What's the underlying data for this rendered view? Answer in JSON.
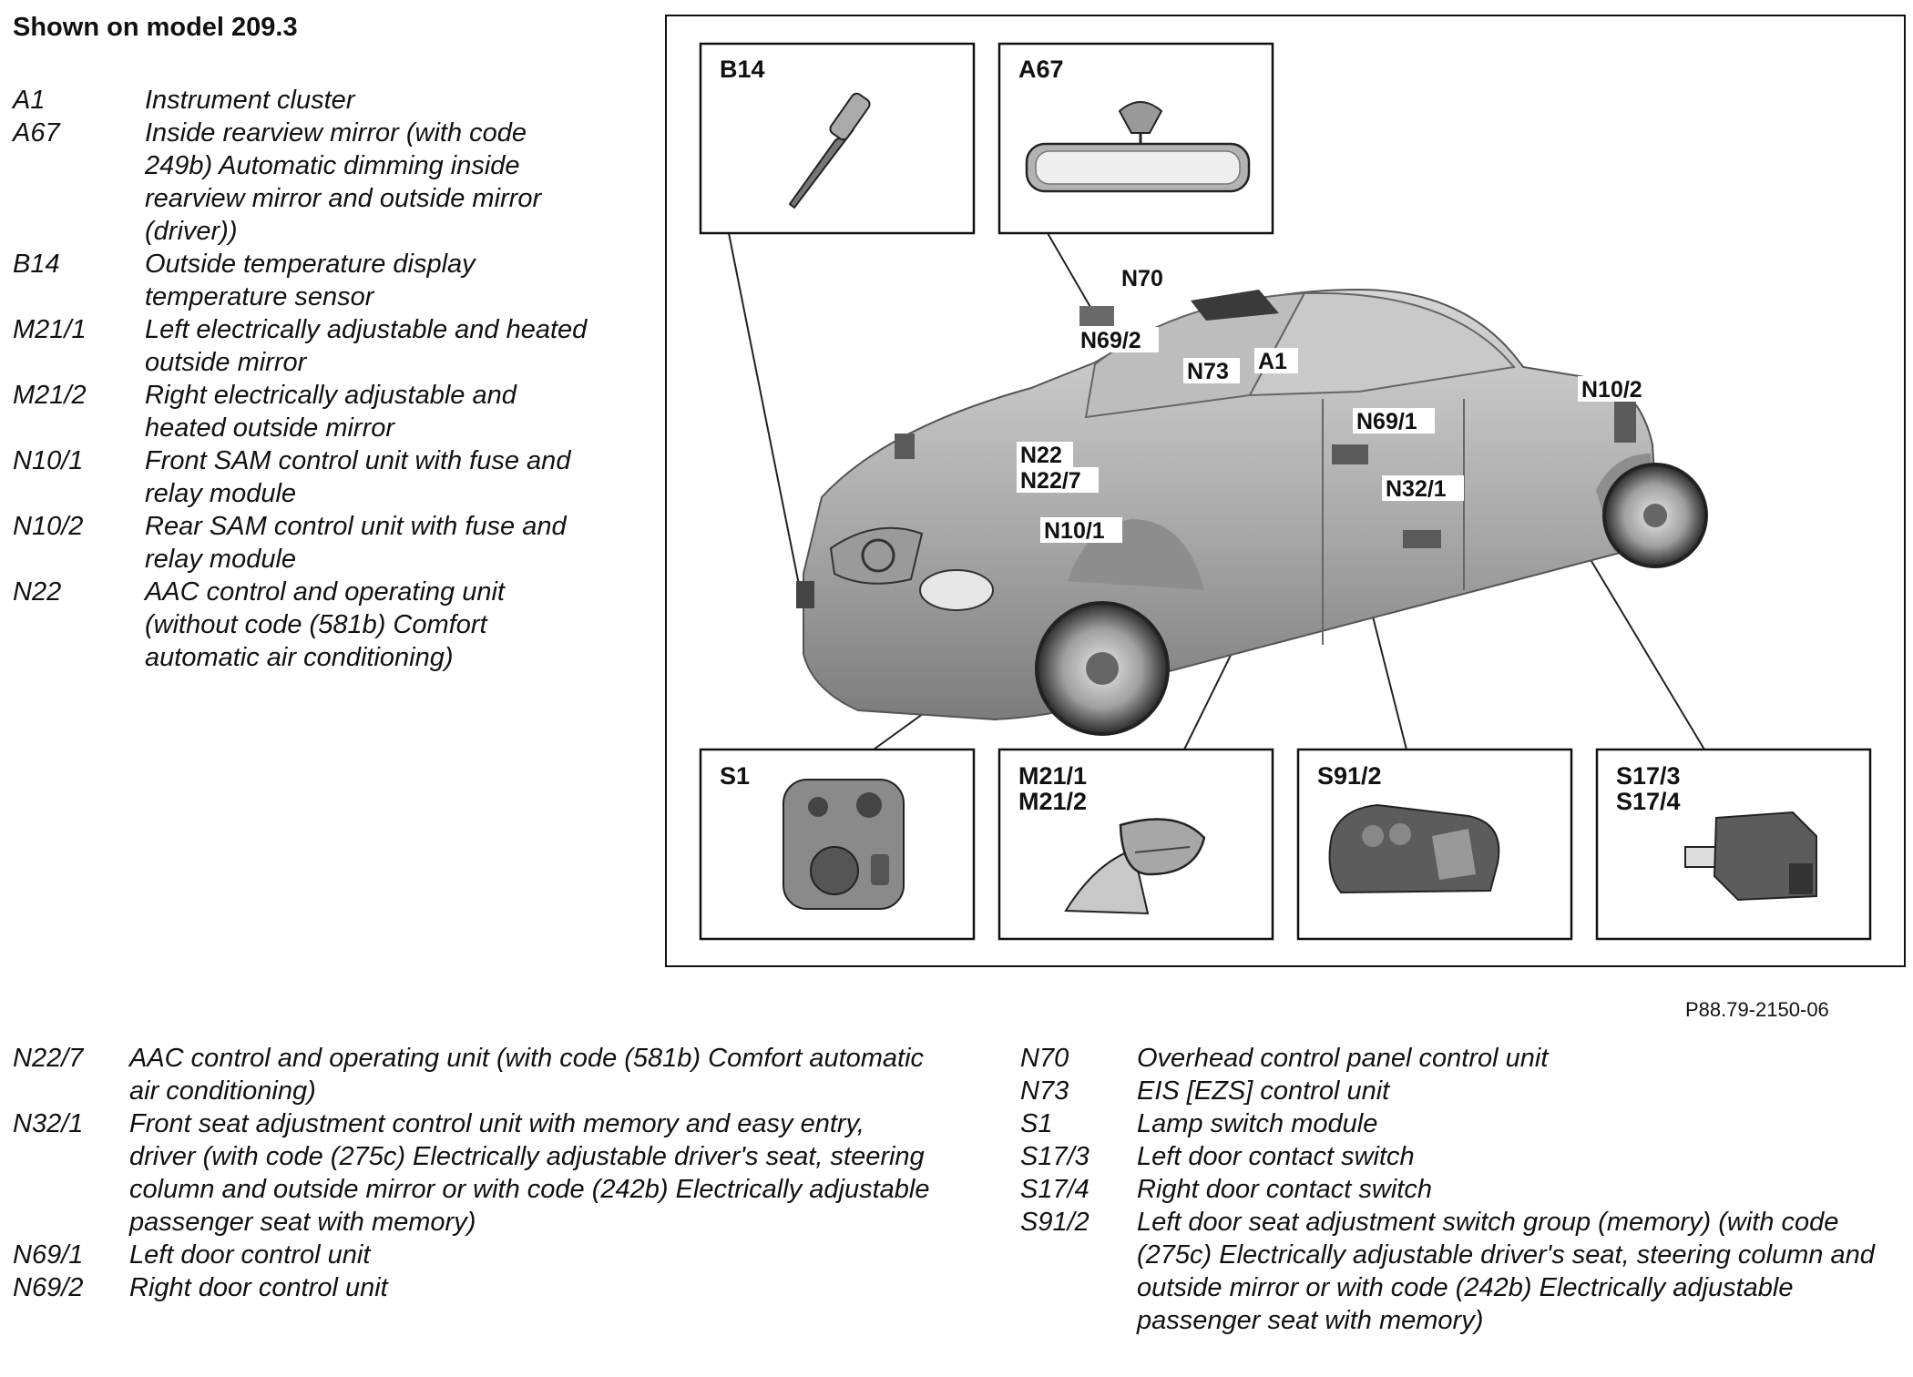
{
  "heading": "Shown on model 209.3",
  "figure_ref": "P88.79-2150-06",
  "legend_left": [
    {
      "code": "A1",
      "desc": "Instrument cluster"
    },
    {
      "code": "A67",
      "desc": "Inside rearview mirror (with code 249b) Automatic dimming inside rearview mirror and outside mirror (driver))"
    },
    {
      "code": "B14",
      "desc": "Outside temperature display temperature sensor"
    },
    {
      "code": "M21/1",
      "desc": "Left electrically adjustable and heated outside mirror"
    },
    {
      "code": "M21/2",
      "desc": "Right electrically adjustable and heated outside mirror"
    },
    {
      "code": "N10/1",
      "desc": "Front SAM control unit with fuse and relay module"
    },
    {
      "code": "N10/2",
      "desc": "Rear SAM control unit with fuse and relay module"
    },
    {
      "code": "N22",
      "desc": "AAC control and operating unit (without code (581b) Comfort automatic air conditioning)"
    }
  ],
  "legend_bottom_left": [
    {
      "code": "N22/7",
      "desc": "AAC control and operating unit (with code (581b) Comfort automatic air conditioning)"
    },
    {
      "code": "N32/1",
      "desc": "Front seat adjustment control unit with memory and easy entry, driver (with code (275c) Electrically adjustable driver's seat, steering column and outside mirror or with code (242b) Electrically adjustable passenger seat with memory)"
    },
    {
      "code": "N69/1",
      "desc": "Left door control unit"
    },
    {
      "code": "N69/2",
      "desc": "Right door control unit"
    }
  ],
  "legend_bottom_right": [
    {
      "code": "N70",
      "desc": "Overhead control panel control unit"
    },
    {
      "code": "N73",
      "desc": "EIS [EZS] control unit"
    },
    {
      "code": "S1",
      "desc": "Lamp switch module"
    },
    {
      "code": "S17/3",
      "desc": "Left door contact switch"
    },
    {
      "code": "S17/4",
      "desc": "Right door contact switch"
    },
    {
      "code": "S91/2",
      "desc": "Left door seat adjustment switch group (memory) (with code (275c) Electrically adjustable driver's seat, steering column and outside mirror or with code (242b) Electrically adjustable passenger seat with memory)"
    }
  ],
  "figure": {
    "boxes": {
      "b14": "B14",
      "a67": "A67",
      "s1": "S1",
      "m21_1": "M21/1",
      "m21_2": "M21/2",
      "s91_2": "S91/2",
      "s17_3": "S17/3",
      "s17_4": "S17/4"
    },
    "callouts": {
      "n70": "N70",
      "n69_2": "N69/2",
      "n73": "N73",
      "a1": "A1",
      "n10_2": "N10/2",
      "n69_1": "N69/1",
      "n22": "N22",
      "n22_7": "N22/7",
      "n32_1": "N32/1",
      "n10_1": "N10/1"
    }
  }
}
